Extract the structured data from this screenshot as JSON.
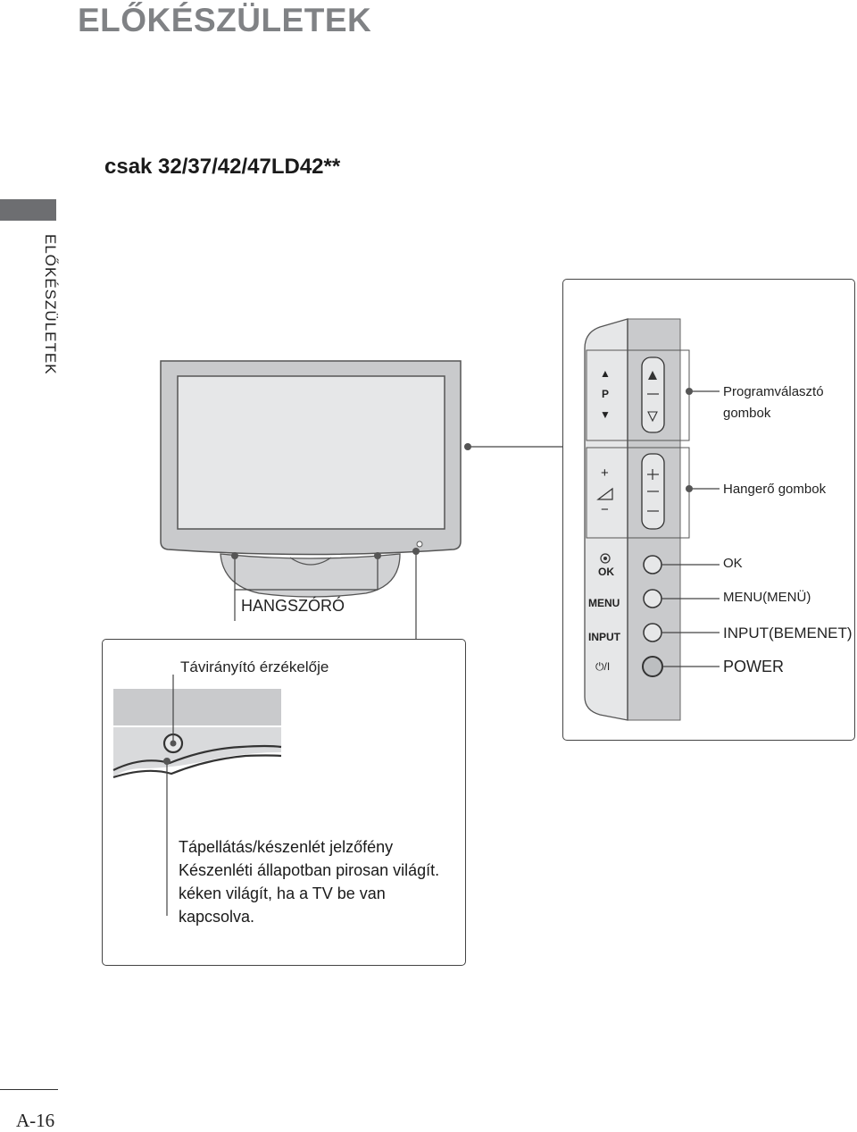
{
  "header": {
    "title": "ELŐKÉSZÜLETEK",
    "model": "csak 32/37/42/47LD42**"
  },
  "side_tab": {
    "label": "ELŐKÉSZÜLETEK"
  },
  "tv_front": {
    "speaker_label": "HANGSZÓRÓ",
    "remote_sensor_label": "Távirányító érzékelője"
  },
  "control_panel": {
    "buttons": {
      "program_up": "▲",
      "program_label": "P",
      "program_down": "▼",
      "volume_plus": "+",
      "volume_minus": "−",
      "ok": "OK",
      "menu": "MENU",
      "input": "INPUT",
      "power": "⏻/I"
    },
    "callouts": {
      "program_line1": "Programválasztó",
      "program_line2": "gombok",
      "volume": "Hangerő gombok",
      "ok": "OK",
      "menu": "MENU(MENÜ)",
      "input": "INPUT(BEMENET)",
      "power": "POWER"
    }
  },
  "led_description": {
    "line1": "Tápellátás/készenlét jelzőfény",
    "line2": "Készenléti állapotban pirosan világít.",
    "line3": "kéken világít, ha a TV be van",
    "line4": "kapcsolva."
  },
  "footer": {
    "page_number": "A-16"
  }
}
